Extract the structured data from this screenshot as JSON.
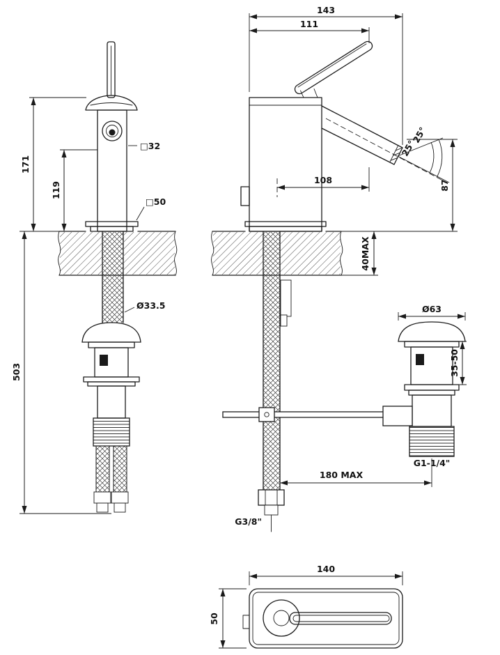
{
  "drawing": {
    "colors": {
      "ink": "#1a1a1a",
      "background": "#ffffff"
    },
    "views": {
      "side": {
        "height_above_deck": "171",
        "spout_height": "119",
        "body_section": "□32",
        "base_section": "□50",
        "shank_diameter": "Ø33.5",
        "height_below_deck": "503"
      },
      "front": {
        "overall_width": "143",
        "handle_width": "111",
        "spout_reach": "108",
        "outlet_height": "87",
        "angle_upper": "25°",
        "angle_lower": "25°",
        "deck_thickness_max": "40MAX",
        "waste_cap_diameter": "Ø63",
        "waste_adjustment": "35-50",
        "waste_thread": "G1-1/4\"",
        "hose_projection": "180  MAX",
        "supply_thread": "G3/8\""
      },
      "plan": {
        "length": "140",
        "width": "50"
      }
    }
  }
}
